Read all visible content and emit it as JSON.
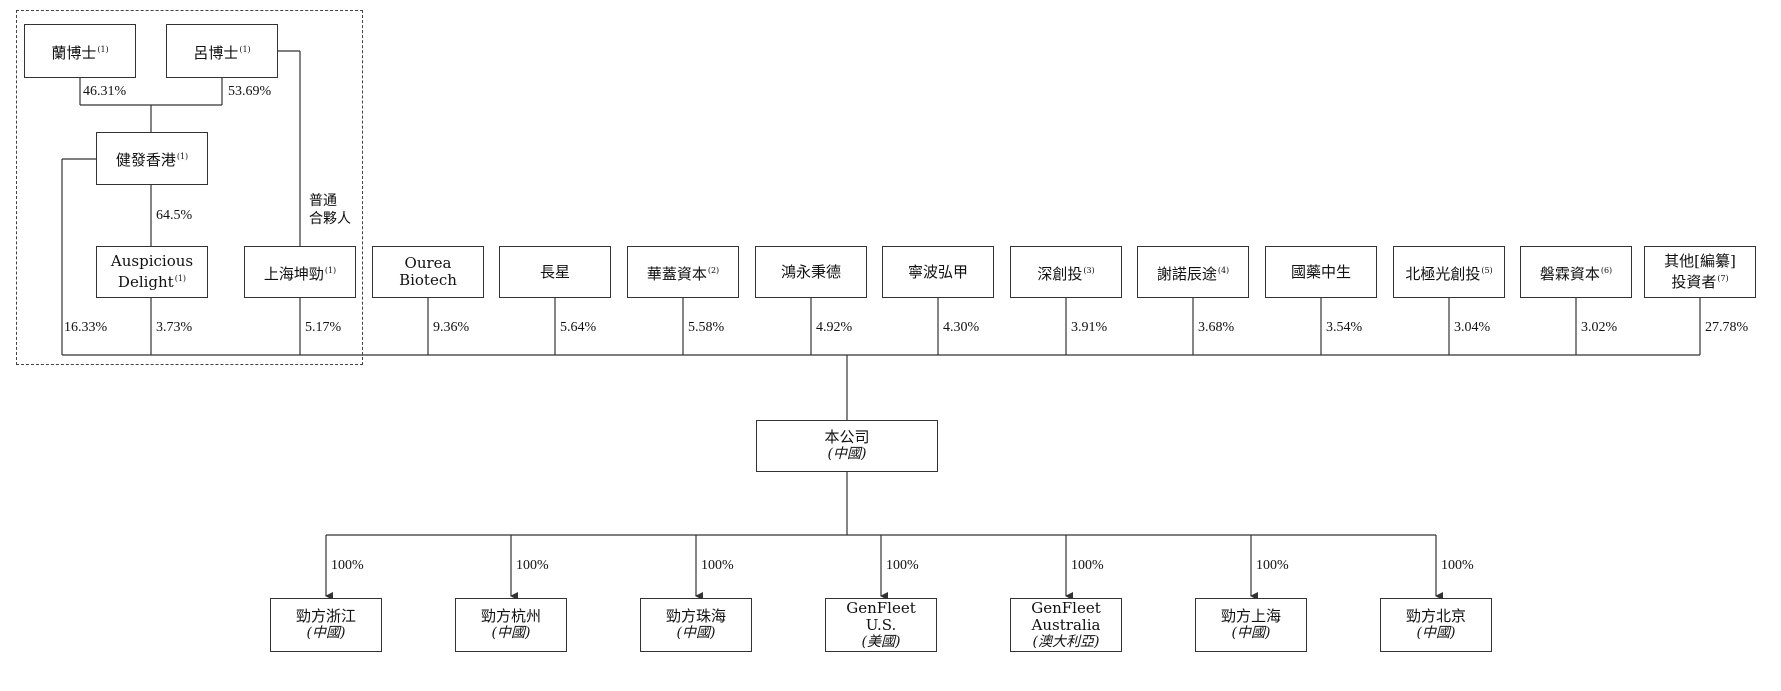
{
  "top_group": {
    "dr_lan": {
      "name": "蘭博士",
      "note": "(1)",
      "pct": "46.31%"
    },
    "dr_lu": {
      "name": "呂博士",
      "note": "(1)",
      "pct": "53.69%"
    },
    "jianfa_hk": {
      "name": "健發香港",
      "note": "(1)",
      "pct_to_company": "16.33%",
      "pct_to_auspicious": "64.5%"
    },
    "auspicious": {
      "line1": "Auspicious",
      "line2": "Delight",
      "note": "(1)",
      "pct": "3.73%"
    },
    "shanghai_kunjin": {
      "name": "上海坤勁",
      "note": "(1)",
      "pct": "5.17%"
    },
    "gp_label_line1": "普通",
    "gp_label_line2": "合夥人"
  },
  "investors": [
    {
      "line1": "Ourea",
      "line2": "Biotech",
      "note": "",
      "pct": "9.36%"
    },
    {
      "line1": "長星",
      "line2": "",
      "note": "",
      "pct": "5.64%"
    },
    {
      "line1": "華蓋資本",
      "line2": "",
      "note": "(2)",
      "pct": "5.58%"
    },
    {
      "line1": "鴻永秉德",
      "line2": "",
      "note": "",
      "pct": "4.92%"
    },
    {
      "line1": "寧波弘甲",
      "line2": "",
      "note": "",
      "pct": "4.30%"
    },
    {
      "line1": "深創投",
      "line2": "",
      "note": "(3)",
      "pct": "3.91%"
    },
    {
      "line1": "謝諾辰途",
      "line2": "",
      "note": "(4)",
      "pct": "3.68%"
    },
    {
      "line1": "國藥中生",
      "line2": "",
      "note": "",
      "pct": "3.54%"
    },
    {
      "line1": "北極光創投",
      "line2": "",
      "note": "(5)",
      "pct": "3.04%"
    },
    {
      "line1": "磐霖資本",
      "line2": "",
      "note": "(6)",
      "pct": "3.02%"
    },
    {
      "line1": "其他[編纂]",
      "line2": "投資者",
      "note": "(7)",
      "pct": "27.78%"
    }
  ],
  "company": {
    "name": "本公司",
    "sub": "(中國)"
  },
  "subsidiaries": [
    {
      "line1": "勁方浙江",
      "line2": "",
      "sub": "(中國)",
      "pct": "100%"
    },
    {
      "line1": "勁方杭州",
      "line2": "",
      "sub": "(中國)",
      "pct": "100%"
    },
    {
      "line1": "勁方珠海",
      "line2": "",
      "sub": "(中國)",
      "pct": "100%"
    },
    {
      "line1": "GenFleet",
      "line2": "U.S.",
      "sub": "(美國)",
      "pct": "100%"
    },
    {
      "line1": "GenFleet",
      "line2": "Australia",
      "sub": "(澳大利亞)",
      "pct": "100%"
    },
    {
      "line1": "勁方上海",
      "line2": "",
      "sub": "(中國)",
      "pct": "100%"
    },
    {
      "line1": "勁方北京",
      "line2": "",
      "sub": "(中國)",
      "pct": "100%"
    }
  ]
}
